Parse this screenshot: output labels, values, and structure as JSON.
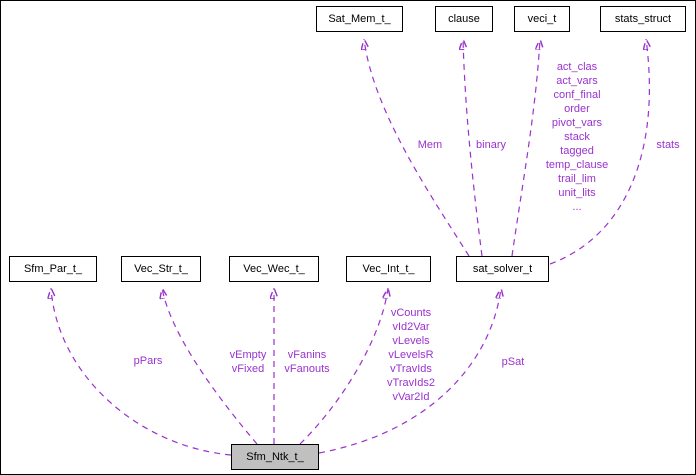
{
  "diagram": {
    "type": "collaboration-graph",
    "colors": {
      "edge": "#9a32cd",
      "node_fill": "#ffffff",
      "node_border": "#000000",
      "current_node_fill": "#c0c0c0"
    },
    "nodes": {
      "sat_mem": {
        "label": "Sat_Mem_t_"
      },
      "clause": {
        "label": "clause"
      },
      "veci": {
        "label": "veci_t"
      },
      "stats": {
        "label": "stats_struct"
      },
      "sfm_par": {
        "label": "Sfm_Par_t_"
      },
      "vec_str": {
        "label": "Vec_Str_t_"
      },
      "vec_wec": {
        "label": "Vec_Wec_t_"
      },
      "vec_int": {
        "label": "Vec_Int_t_"
      },
      "sat_solver": {
        "label": "sat_solver_t"
      },
      "sfm_ntk": {
        "label": "Sfm_Ntk_t_"
      }
    },
    "edge_labels": {
      "mem": "Mem",
      "binary": "binary",
      "veci_fields": "act_clas\nact_vars\nconf_final\norder\npivot_vars\nstack\ntagged\ntemp_clause\ntrail_lim\nunit_lits\n...",
      "stats": "stats",
      "ppars": "pPars",
      "vec_str_fields": "vEmpty\nvFixed",
      "vec_wec_fields": "vFanins\nvFanouts",
      "vec_int_fields": "vCounts\nvId2Var\nvLevels\nvLevelsR\nvTravIds\nvTravIds2\nvVar2Id",
      "psat": "pSat"
    }
  }
}
